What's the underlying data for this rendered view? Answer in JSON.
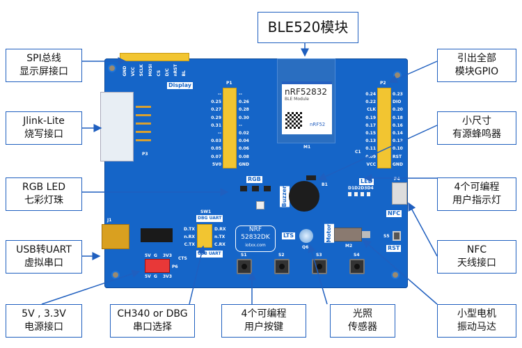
{
  "labels": {
    "ble": [
      "BLE520模块"
    ],
    "spi": [
      "SPI总线",
      "显示屏接口"
    ],
    "jlink": [
      "Jlink-Lite",
      "烧写接口"
    ],
    "rgb": [
      "RGB LED",
      "七彩灯珠"
    ],
    "usb": [
      "USB转UART",
      "虚拟串口"
    ],
    "power": [
      "5V , 3.3V",
      "电源接口"
    ],
    "uart_sel": [
      "CH340 or DBG",
      "串口选择"
    ],
    "keys": [
      "4个可编程",
      "用户按键"
    ],
    "light": [
      "光照",
      "传感器"
    ],
    "motor": [
      "小型电机",
      "振动马达"
    ],
    "nfc": [
      "NFC",
      "天线接口"
    ],
    "leds": [
      "4个可编程",
      "用户指示灯"
    ],
    "buzzer": [
      "小尺寸",
      "有源蜂鸣器"
    ],
    "gpio": [
      "引出全部",
      "模块GPIO"
    ]
  },
  "board": {
    "module": {
      "title": "nRF52832",
      "subtitle": "BLE Module",
      "logo": "nRF52",
      "ref": "M1"
    },
    "name": [
      "NRF",
      "52832DK",
      "iotxx.com"
    ],
    "silk": {
      "display": "Display",
      "rgb": "RGB",
      "led": "LED",
      "buzzer": "Buzzer",
      "motor": "Motor",
      "lts": "LTS",
      "nfc": "NFC",
      "rst": "RST",
      "dbg_uart": "DBG UART",
      "usb_uart": "USB UART",
      "p1": "P1",
      "p2": "P2",
      "p3": "P3",
      "p4": "P4",
      "p6": "P6",
      "sw1": "SW1",
      "j1": "J1",
      "q6": "Q6",
      "s5": "S5",
      "leds": "D1D2D3D4",
      "b1": "B1",
      "m2": "M2",
      "c1": "C1",
      "cts": "CTS"
    },
    "display_pins": [
      "GND",
      "VCC",
      "SCLK",
      "MOSI",
      "CS",
      "D/C",
      "nRST",
      "BL"
    ],
    "p1_left": [
      "--",
      "0.25",
      "0.27",
      "0.29",
      "0.31",
      "--",
      "0.03",
      "0.05",
      "0.07",
      "5V0"
    ],
    "p1_right": [
      "--",
      "0.26",
      "0.28",
      "0.30",
      "--",
      "0.02",
      "0.04",
      "0.06",
      "0.08",
      "GND"
    ],
    "p2_left": [
      "0.24",
      "0.22",
      "CLK",
      "0.19",
      "0.17",
      "0.15",
      "0.13",
      "0.11",
      "0.09",
      "VCC"
    ],
    "p2_right": [
      "0.23",
      "DIO",
      "0.20",
      "0.18",
      "0.16",
      "0.14",
      "0.12",
      "0.10",
      "RST",
      "GND"
    ],
    "uart_left": [
      "D.TX",
      "n.RX",
      "C.TX"
    ],
    "uart_right": [
      "D.RX",
      "n.TX",
      "C.RX"
    ],
    "power_pins": [
      "5V",
      "G",
      "3V3"
    ],
    "buttons": [
      "S1",
      "S2",
      "S3",
      "S4"
    ]
  },
  "colors": {
    "board": "#1565c8",
    "label_border": "#1f5fbf",
    "arrow": "#1f5fbf",
    "header": "#f2c531"
  }
}
